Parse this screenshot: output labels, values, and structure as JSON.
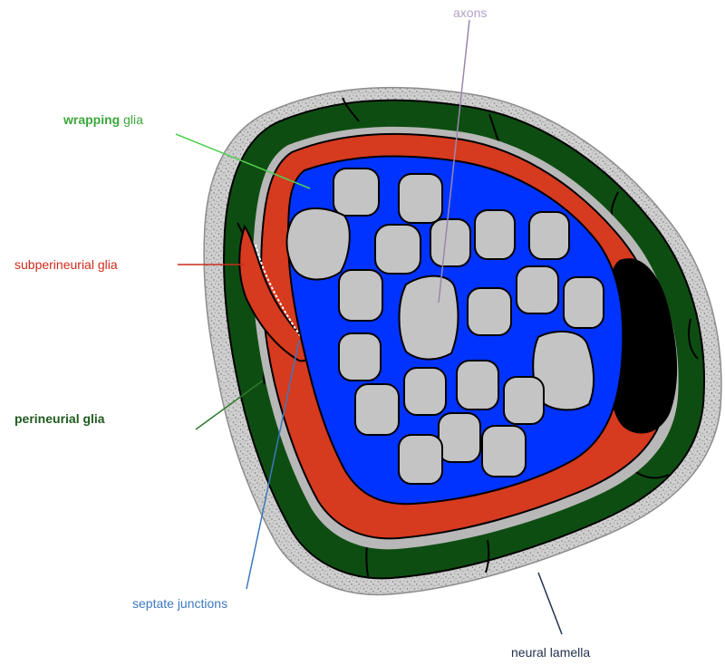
{
  "labels": {
    "axons": "axons",
    "wrapping_bold": "wrapping",
    "wrapping_rest": "glia",
    "subperineurial": "subperineurial glia",
    "perineurial": "perineurial glia",
    "septate": "septate junctions",
    "lamella": "neural lamella"
  },
  "colors": {
    "axons_label": "#b3a2c4",
    "wrapping_label": "#3aa83a",
    "subperineurial_label": "#cc2b1b",
    "perineurial_label": "#1f5a1f",
    "septate_label": "#3c78c0",
    "lamella_label": "#23324d",
    "wrapping_glia_fill": "#0033ff",
    "subperineurial_fill": "#d63a1f",
    "perineurial_fill": "#0e4d12",
    "lamella_fill": "#c8c8c8",
    "axon_fill": "#c4c4c4",
    "nucleus_fill": "#000000"
  }
}
